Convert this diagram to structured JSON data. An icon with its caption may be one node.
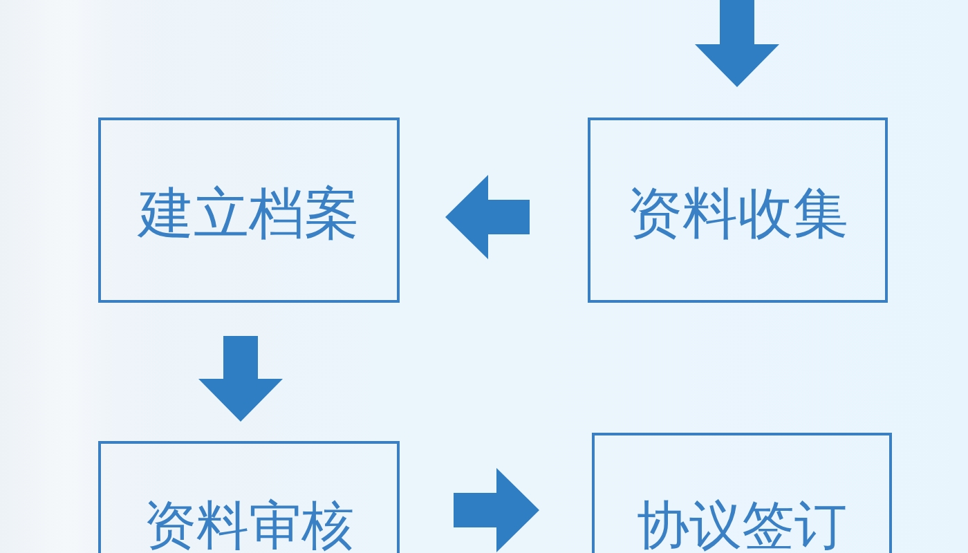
{
  "diagram": {
    "nodes": [
      {
        "text": [
          "建立档案"
        ]
      },
      {
        "text": [
          "资料收集"
        ]
      },
      {
        "text": [
          "资料审核"
        ]
      },
      {
        "text": [
          "协议签订"
        ]
      }
    ],
    "edges": [
      {
        "from": null,
        "to": 1,
        "arrow": "to"
      },
      {
        "from": 1,
        "to": 0,
        "arrow": "to"
      },
      {
        "from": 0,
        "to": 2,
        "arrow": "to"
      },
      {
        "from": 2,
        "to": 3,
        "arrow": "to"
      }
    ]
  }
}
